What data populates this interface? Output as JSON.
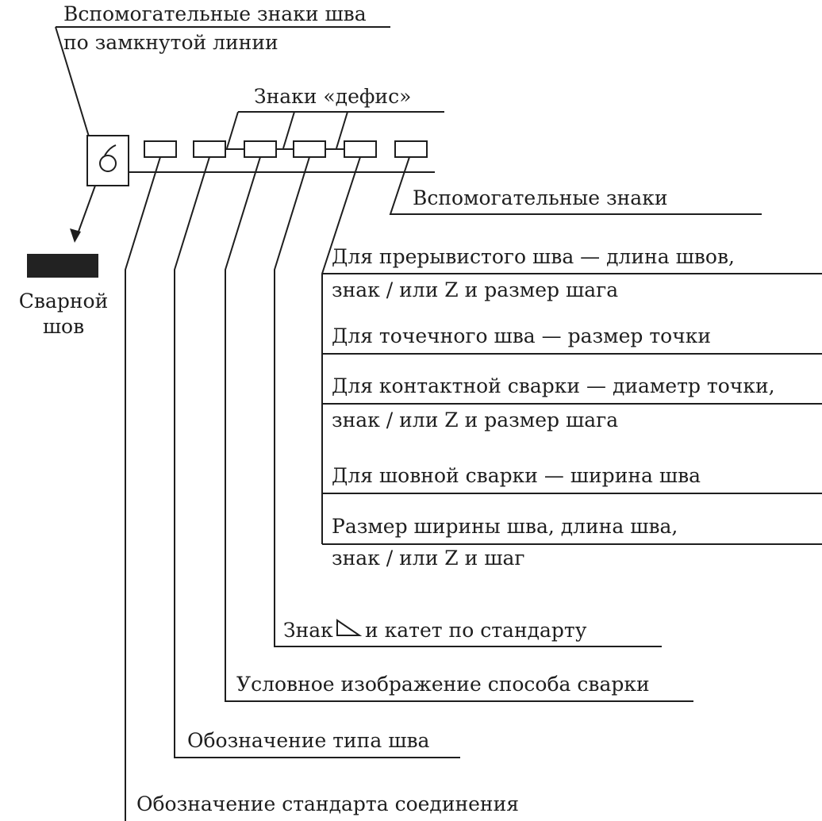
{
  "labels": {
    "aux_closed_line_1": "Вспомогательные знаки шва",
    "aux_closed_line_2": "по замкнутой линии",
    "hyphen_signs": "Знаки «дефис»",
    "aux_signs": "Вспомогательные знаки",
    "weld_1": "Сварной",
    "weld_2": "шов",
    "intermittent_1": "Для прерывистого шва — длина швов,",
    "intermittent_2": "знак / или Z и размер шага",
    "spot": "Для точечного шва — размер точки",
    "resistance_1": "Для контактной сварки — диаметр точки,",
    "resistance_2": "знак / или Z и размер шага",
    "seam": "Для шовной сварки — ширина шва",
    "width_1": "Размер ширины шва, длина шва,",
    "width_2": "знак / или Z и шаг",
    "leg_prefix": "Знак",
    "leg_suffix": "и катет по стандарту",
    "method": "Условное изображение способа сварки",
    "seam_type": "Обозначение типа шва",
    "standard": "Обозначение стандарта соединения"
  },
  "icons": {
    "closed_line_symbol": "circle-with-tail-icon",
    "fillet_symbol": "triangle-icon"
  },
  "colors": {
    "ink": "#1e1e1e",
    "weld_fill": "#222222"
  }
}
